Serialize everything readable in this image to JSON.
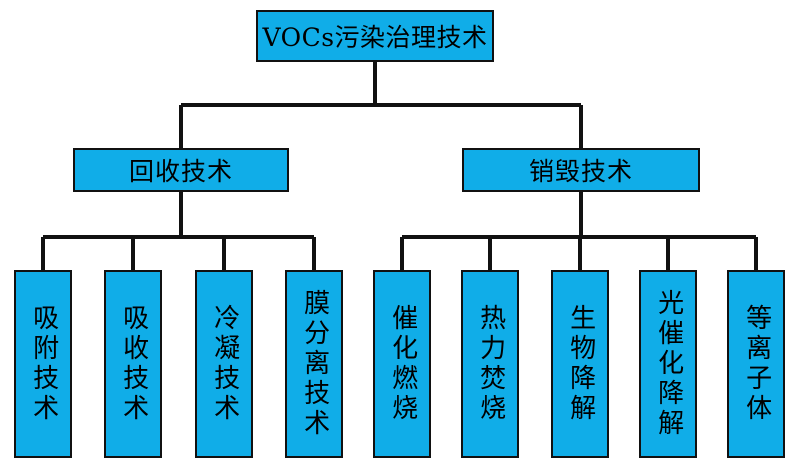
{
  "diagram": {
    "type": "tree",
    "title": "VOCs污染治理技术",
    "style": {
      "node_fill": "#10ade8",
      "node_border": "#111111",
      "background": "#ffffff",
      "connector": "#111111",
      "text_color": "#000000"
    },
    "root": {
      "label": "VOCs污染治理技术"
    },
    "branches": [
      {
        "label": "回收技术",
        "children": [
          {
            "label": "吸附技术"
          },
          {
            "label": "吸收技术"
          },
          {
            "label": "冷凝技术"
          },
          {
            "label": "膜分离技术"
          }
        ]
      },
      {
        "label": "销毁技术",
        "children": [
          {
            "label": "催化燃烧"
          },
          {
            "label": "热力焚烧"
          },
          {
            "label": "生物降解"
          },
          {
            "label": "光催化降解"
          },
          {
            "label": "等离子体"
          }
        ]
      }
    ]
  }
}
